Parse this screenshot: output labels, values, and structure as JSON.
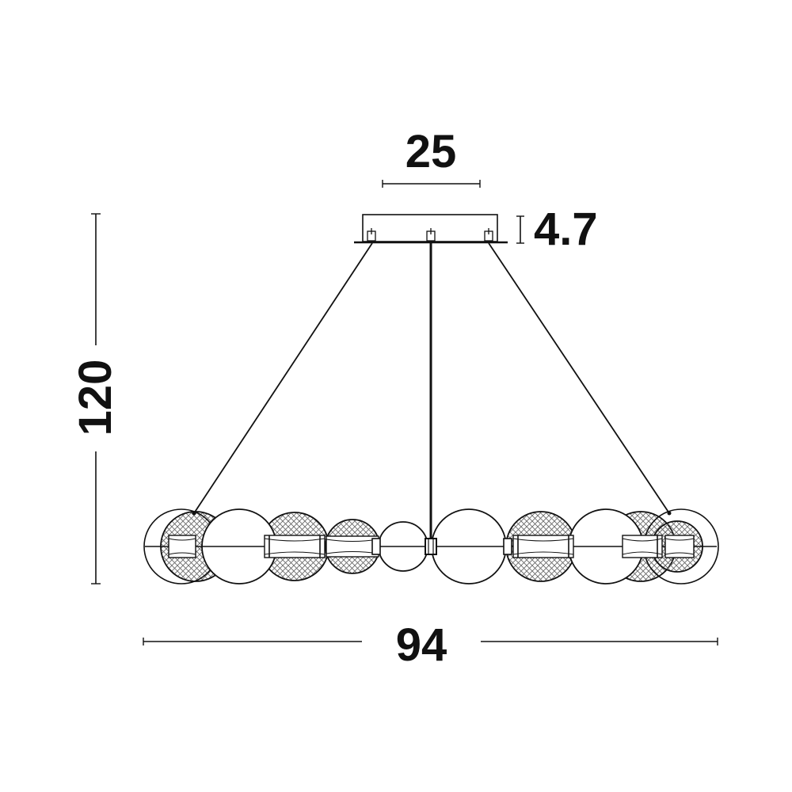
{
  "dimensions": {
    "canopy_width": "25",
    "canopy_height": "4.7",
    "total_height": "120",
    "ring_width": "94"
  },
  "colors": {
    "line": "#111111",
    "background": "#ffffff",
    "hatch": "#6a6a6a"
  },
  "globes": [
    {
      "type": "clear"
    },
    {
      "type": "textured"
    },
    {
      "type": "clear"
    },
    {
      "type": "textured"
    },
    {
      "type": "textured"
    },
    {
      "type": "clear"
    },
    {
      "type": "clear"
    },
    {
      "type": "textured"
    },
    {
      "type": "clear"
    },
    {
      "type": "textured"
    },
    {
      "type": "textured"
    },
    {
      "type": "clear"
    }
  ]
}
